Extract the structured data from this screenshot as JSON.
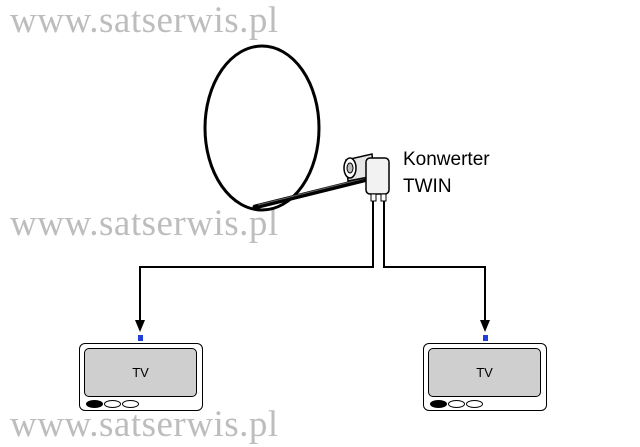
{
  "watermark": {
    "line1": "www.satserwis.pl",
    "line2": "www.satserwis.pl",
    "line3": "www.satserwis.pl"
  },
  "converter": {
    "label_line1": "Konwerter",
    "label_line2": "TWIN"
  },
  "tvs": [
    {
      "label": "TV"
    },
    {
      "label": "TV"
    }
  ],
  "colors": {
    "watermark": "#bdbdbd",
    "tv_screen": "#cfcfcf",
    "input_marker": "#1f3fd8",
    "line": "#000000"
  }
}
